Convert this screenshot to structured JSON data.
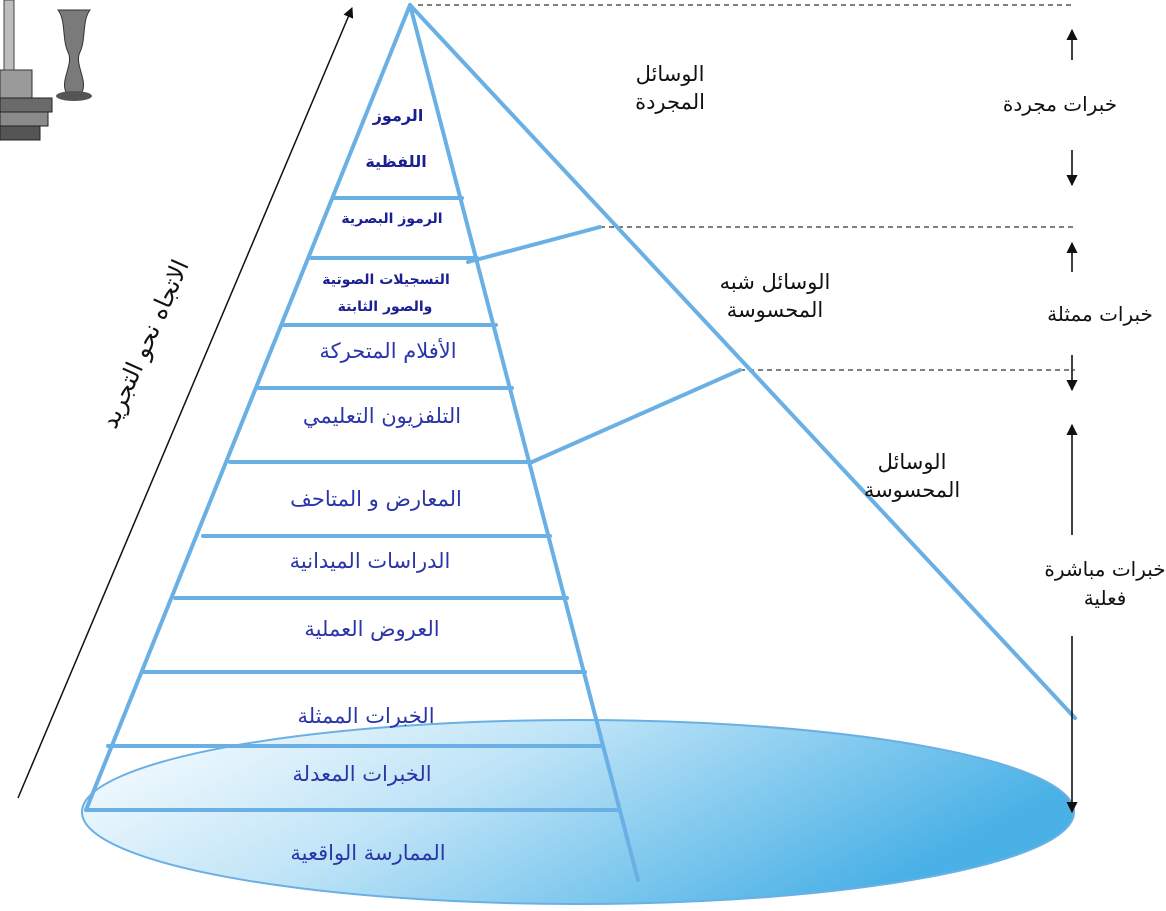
{
  "colors": {
    "outline": "#6ab0e4",
    "layer_text": "#2a35a8",
    "base_fill_light": "#ffffff",
    "base_fill_dark": "#4ab1e6"
  },
  "axis_label": "الاتجاه نحو التجريد",
  "layers": [
    "الرموز",
    "اللفظية",
    "الرموز البصرية",
    "التسجيلات الصوتية",
    "والصور الثابتة",
    "الأفلام المتحركة",
    "التلفزيون التعليمي",
    "المعارض و المتاحف",
    "الدراسات الميدانية",
    "العروض العملية",
    "الخبرات الممثلة",
    "الخبرات المعدلة",
    "الممارسة الواقعية"
  ],
  "means": {
    "abstract": [
      "الوسائل",
      "المجردة"
    ],
    "semi": [
      "الوسائل شبه",
      "المحسوسة"
    ],
    "concrete": [
      "الوسائل",
      "المحسوسة"
    ]
  },
  "experiences": {
    "abstract": "خبرات مجردة",
    "represented": "خبرات ممثلة",
    "direct": [
      "خبرات مباشرة",
      "فعلية"
    ]
  },
  "icons": [
    "book-stack-icon"
  ]
}
